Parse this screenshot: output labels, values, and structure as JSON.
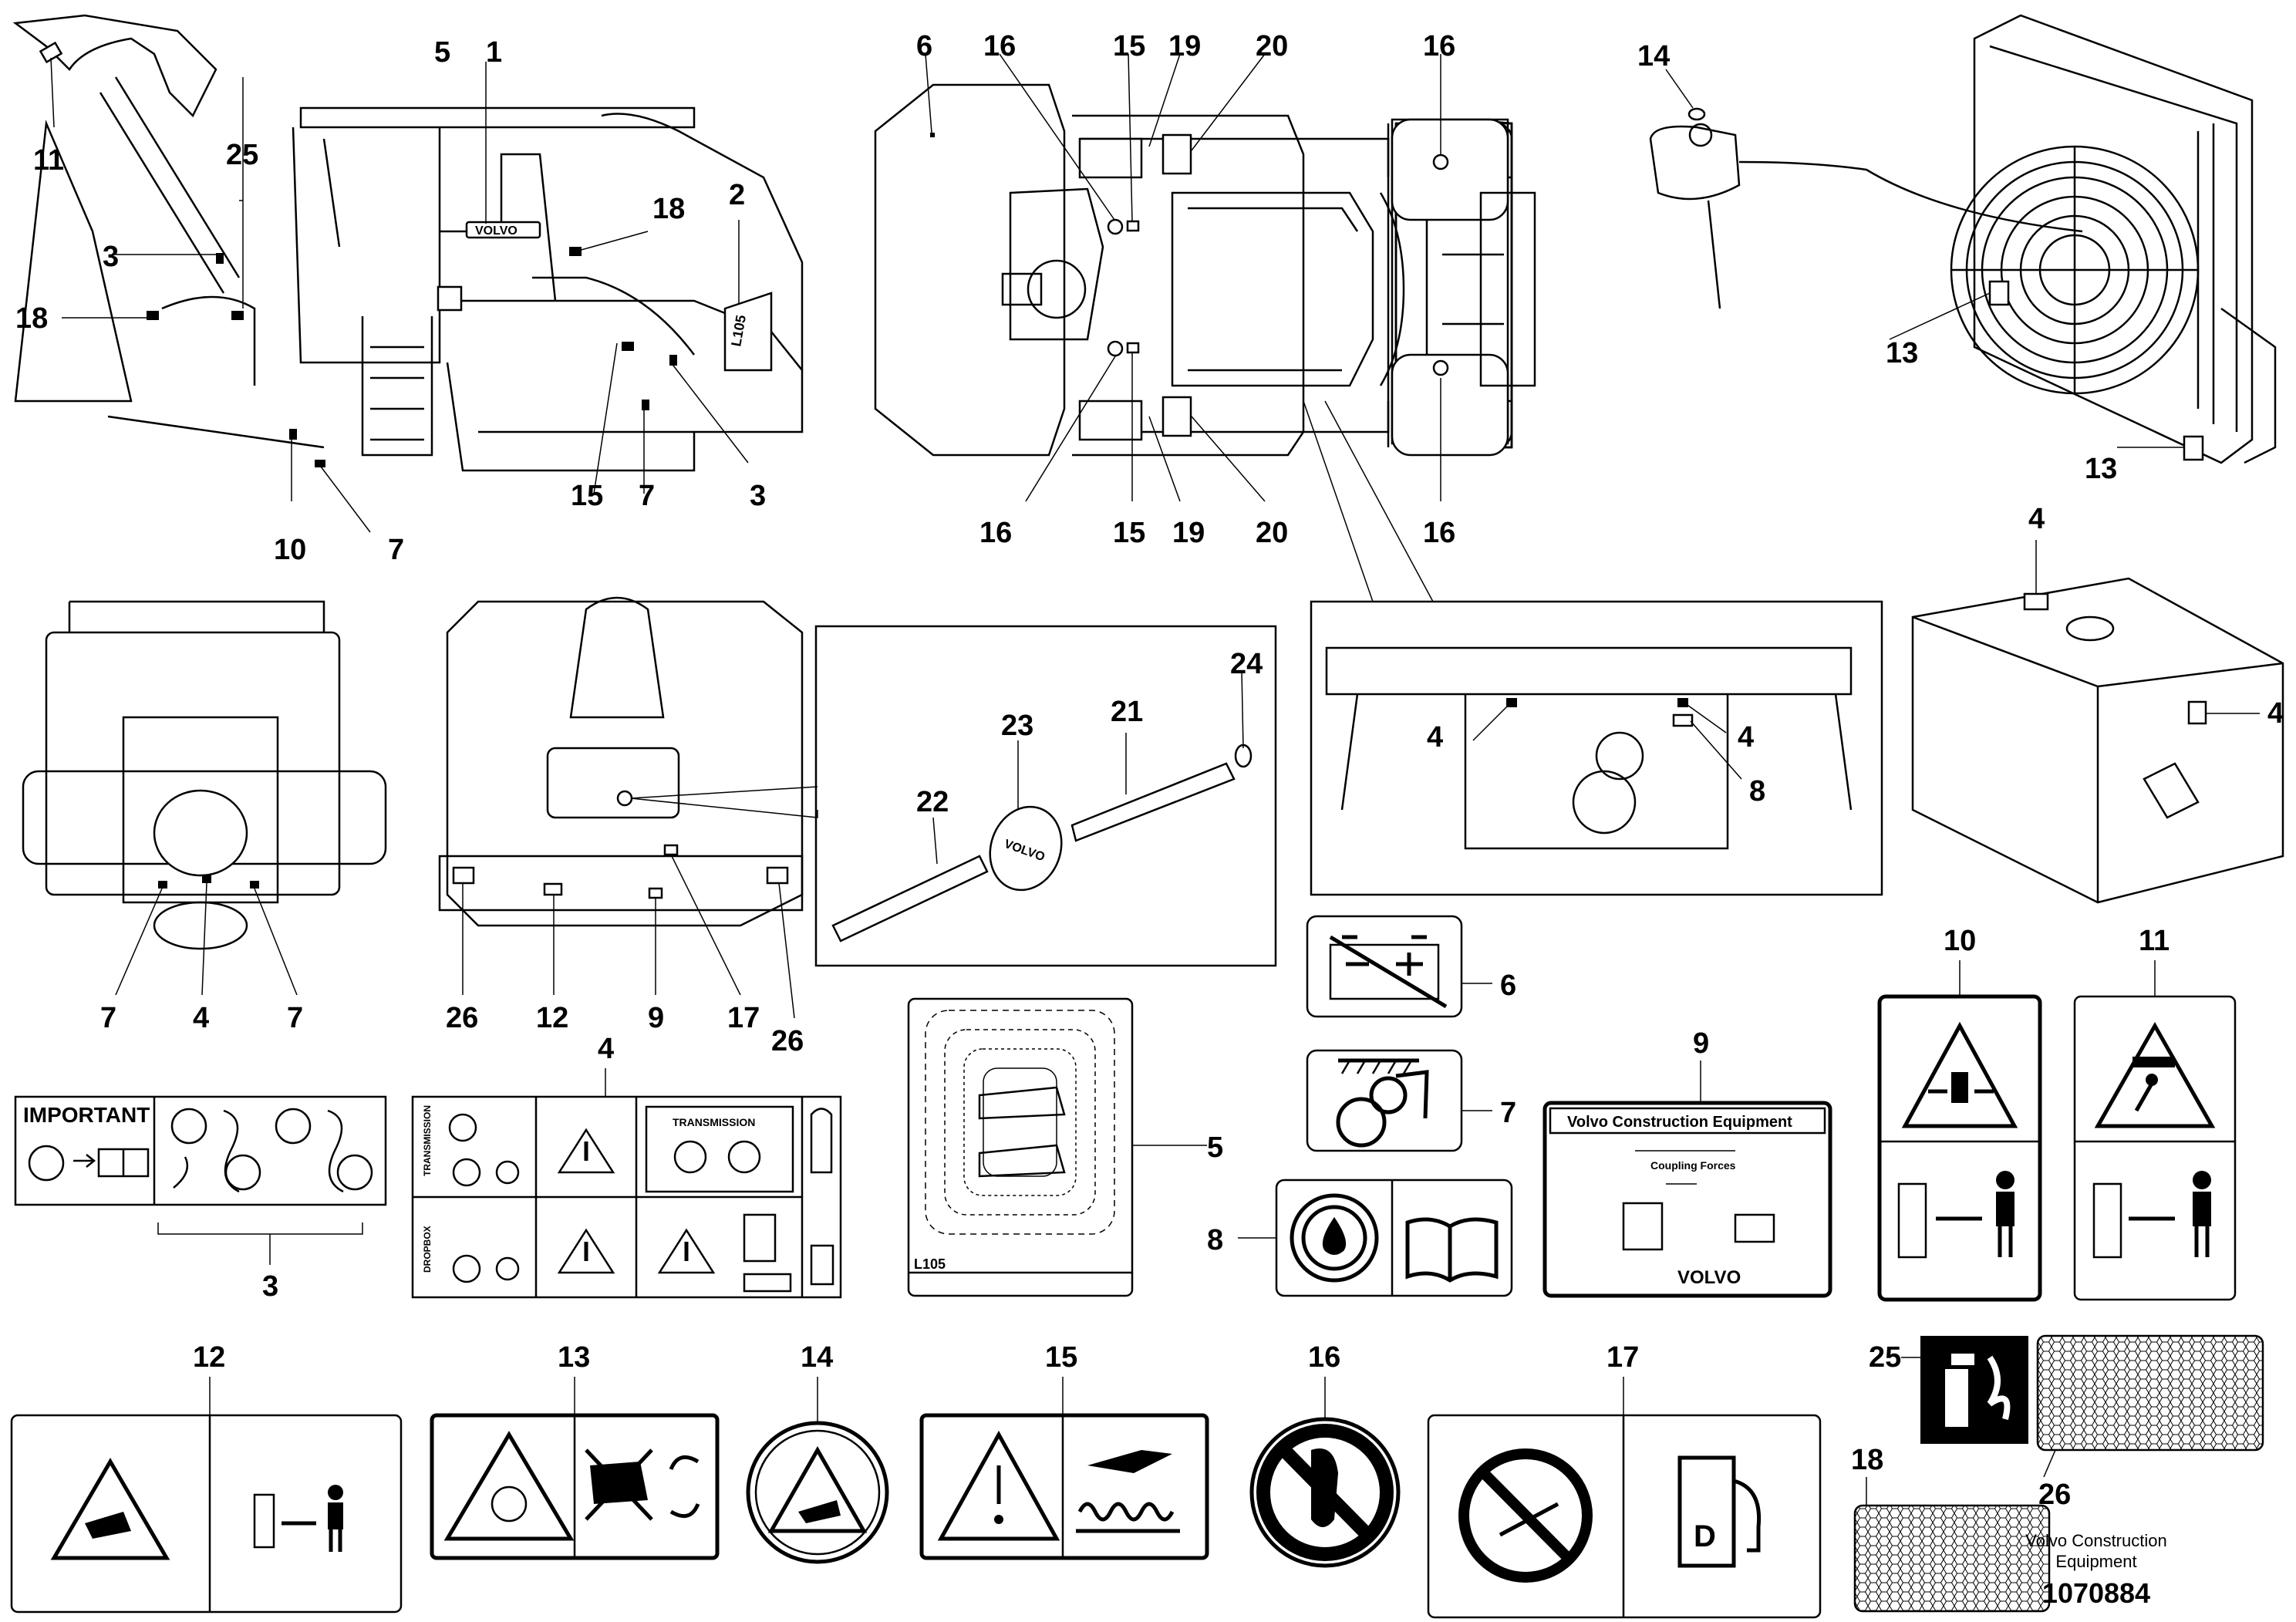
{
  "callouts": {
    "c1": "1",
    "c2": "2",
    "c3": "3",
    "c4": "4",
    "c5": "5",
    "c6": "6",
    "c7": "7",
    "c8": "8",
    "c9": "9",
    "c10": "10",
    "c11": "11",
    "c12": "12",
    "c13": "13",
    "c14": "14",
    "c15": "15",
    "c16": "16",
    "c17": "17",
    "c18": "18",
    "c19": "19",
    "c20": "20",
    "c21": "21",
    "c22": "22",
    "c23": "23",
    "c24": "24",
    "c25": "25",
    "c26": "26"
  },
  "decals": {
    "important": "IMPORTANT",
    "transmission_side": "TRANSMISSION",
    "transmission_top": "TRANSMISSION",
    "dropbox": "DROPBOX",
    "vce_header": "Volvo Construction Equipment",
    "coupling_forces": "Coupling Forces",
    "volvo_logo": "VOLVO",
    "model": "L105",
    "fuel_letter": "D"
  },
  "footer": {
    "company_line1": "Volvo Construction",
    "company_line2": "Equipment",
    "drawing_number": "1070884"
  },
  "colors": {
    "ink": "#000000",
    "paper": "#ffffff"
  }
}
